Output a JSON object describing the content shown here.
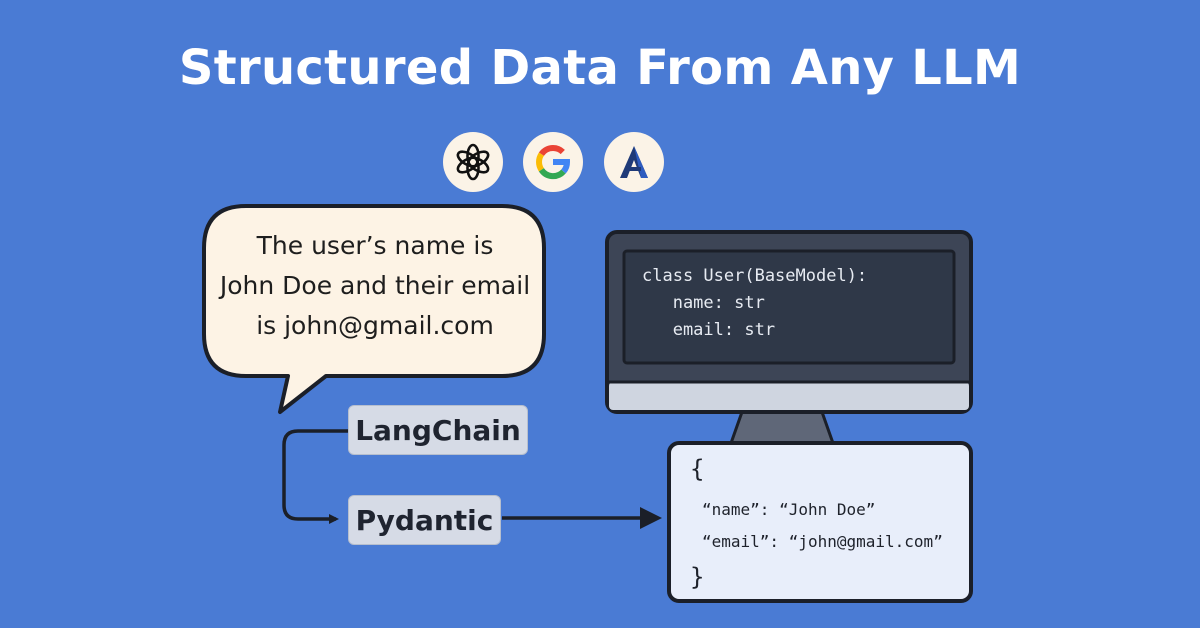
{
  "title": "Structured Data From Any LLM",
  "logos": [
    {
      "icon": "openai-logo-icon"
    },
    {
      "icon": "google-logo-icon"
    },
    {
      "icon": "anthropic-logo-icon"
    }
  ],
  "bubble": {
    "lines": [
      "The user’s name is",
      "John Doe and their email",
      "is john@gmail.com"
    ]
  },
  "steps": {
    "first": "LangChain",
    "second": "Pydantic"
  },
  "monitor": {
    "code": [
      "class User(BaseModel):",
      "   name: str",
      "   email: str"
    ]
  },
  "output": {
    "open": "{",
    "name_line": "“name”: “John Doe”",
    "email_line": "“email”: “john@gmail.com”",
    "close": "}"
  },
  "colors": {
    "background": "#4a7bd4",
    "bubble_fill": "#fdf3e5",
    "monitor_frame": "#3d4556",
    "screen": "#2f3848",
    "json_card": "#e8eefa",
    "outline": "#1b1f28"
  }
}
